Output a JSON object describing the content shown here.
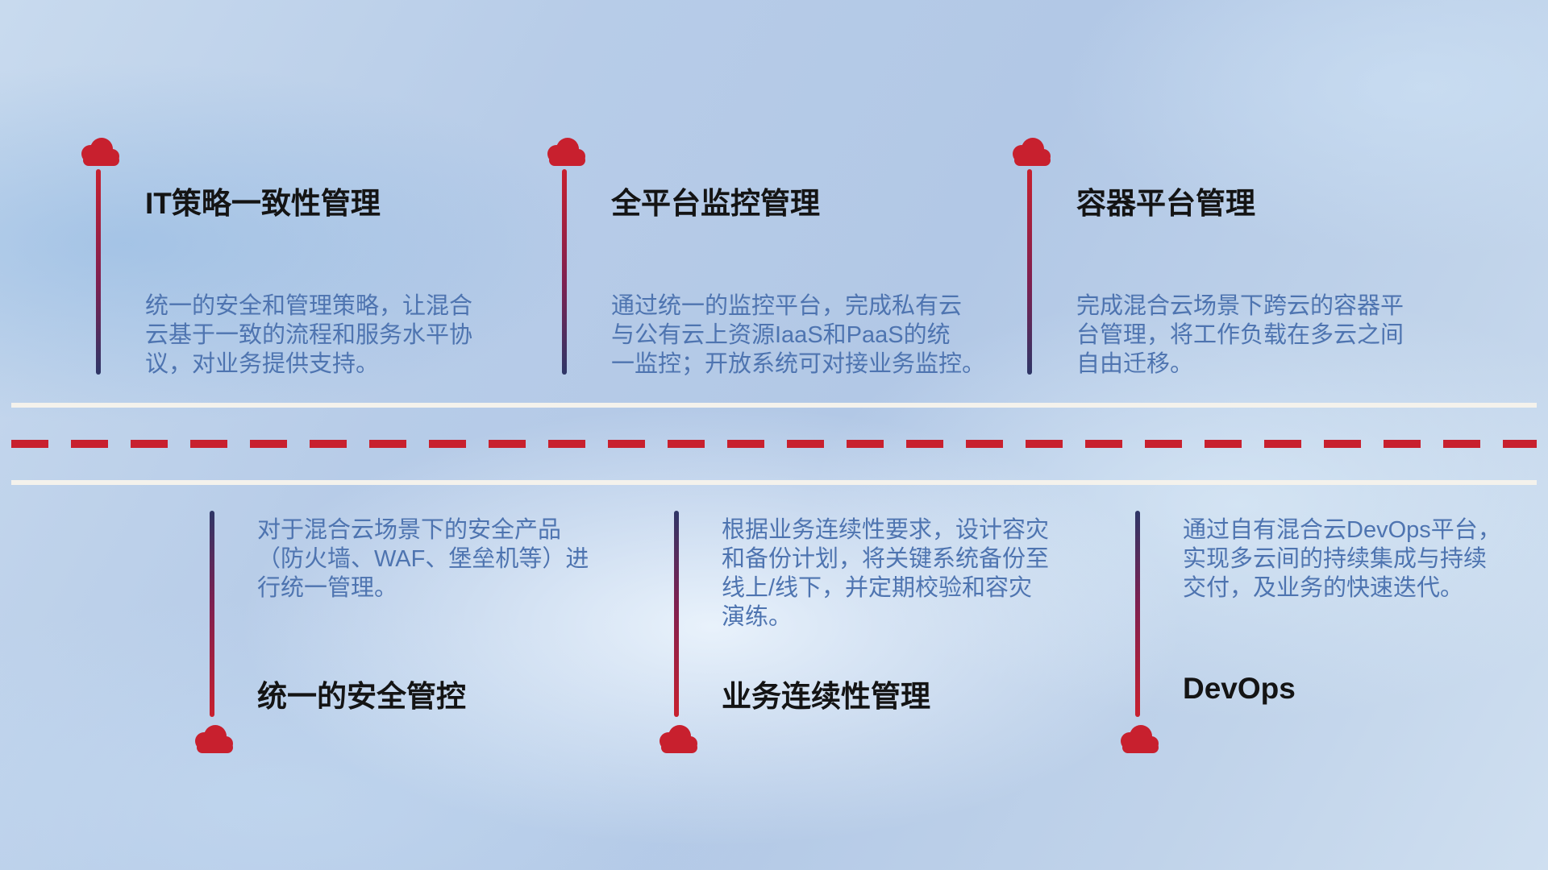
{
  "colors": {
    "accent_red": "#c8202e",
    "navy": "#2e3667",
    "title": "#141414",
    "description": "#4e74b0",
    "road_white": "#f4f2ec"
  },
  "items": [
    {
      "title": "IT策略一致性管理",
      "description": "统一的安全和管理策略，让混合\n云基于一致的流程和服务水平协\n议，对业务提供支持。"
    },
    {
      "title": "全平台监控管理",
      "description": "通过统一的监控平台，完成私有云\n与公有云上资源IaaS和PaaS的统\n一监控；开放系统可对接业务监控。"
    },
    {
      "title": "容器平台管理",
      "description": "完成混合云场景下跨云的容器平\n台管理，将工作负载在多云之间\n自由迁移。"
    },
    {
      "title": "统一的安全管控",
      "description": "对于混合云场景下的安全产品\n（防火墙、WAF、堡垒机等）进\n行统一管理。"
    },
    {
      "title": "业务连续性管理",
      "description": "根据业务连续性要求，设计容灾\n和备份计划，将关键系统备份至\n线上/线下，并定期校验和容灾\n演练。"
    },
    {
      "title": "DevOps",
      "description": "通过自有混合云DevOps平台，\n实现多云间的持续集成与持续\n交付，及业务的快速迭代。"
    }
  ]
}
